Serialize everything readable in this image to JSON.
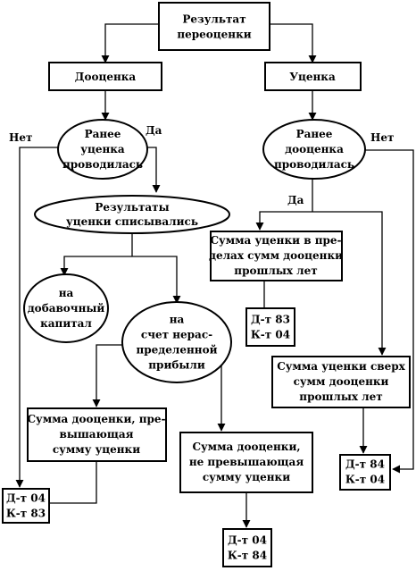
{
  "nodes": {
    "result": [
      "Результат",
      "переоценки"
    ],
    "markup": [
      "Дооценка"
    ],
    "markdown": [
      "Уценка"
    ],
    "prev_markdown": [
      "Ранее",
      "уценка",
      "проводилась"
    ],
    "prev_markup": [
      "Ранее",
      "дооценка",
      "проводилась"
    ],
    "markdown_results": [
      "Результаты",
      "уценки списывались"
    ],
    "to_capital": [
      "на",
      "добавочный",
      "капитал"
    ],
    "to_retained": [
      "на",
      "счет нерас-",
      "пределенной",
      "прибыли"
    ],
    "markup_exceeding": [
      "Сумма дооценки, пре-",
      "вышающая",
      "сумму уценки"
    ],
    "markup_not_exceeding": [
      "Сумма дооценки,",
      "не превышающая",
      "сумму уценки"
    ],
    "markdown_within": [
      "Сумма уценки в пре-",
      "делах сумм дооценки",
      "прошлых лет"
    ],
    "markdown_over": [
      "Сумма уценки сверх",
      "сумм дооценки",
      "прошлых лет"
    ],
    "entry_04_83": [
      "Д-т 04",
      "К-т 83"
    ],
    "entry_83_04": [
      "Д-т 83",
      "К-т 04"
    ],
    "entry_04_84": [
      "Д-т 04",
      "К-т 84"
    ],
    "entry_84_04": [
      "Д-т 84",
      "К-т 04"
    ]
  },
  "labels": {
    "left_no": "Нет",
    "left_yes": "Да",
    "right_no": "Нет",
    "right_yes": "Да"
  }
}
